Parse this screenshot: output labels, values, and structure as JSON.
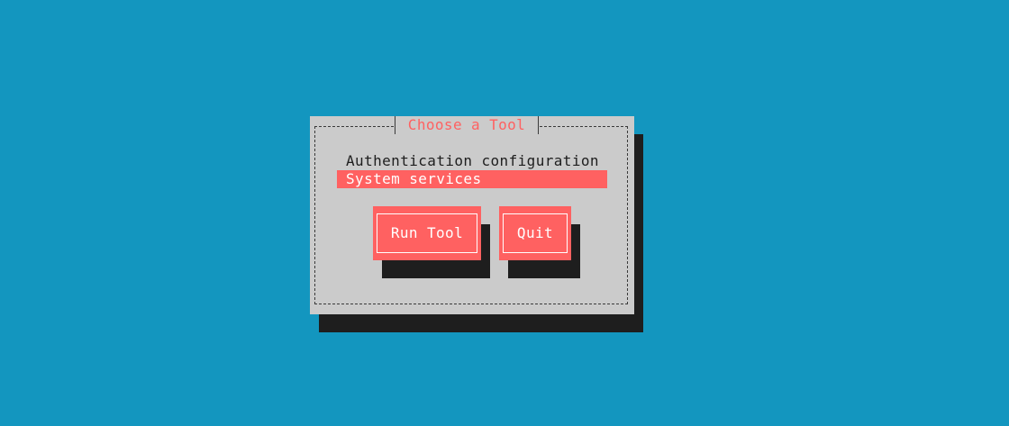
{
  "dialog": {
    "title": "Choose a Tool",
    "items": [
      {
        "label": "Authentication configuration",
        "selected": false
      },
      {
        "label": "System services",
        "selected": true
      }
    ],
    "buttons": {
      "run_label": "Run Tool",
      "quit_label": "Quit"
    }
  },
  "colors": {
    "background": "#1396bf",
    "dialog": "#cbcbcb",
    "accent": "#ff6161",
    "shadow": "#1e1e1e"
  }
}
